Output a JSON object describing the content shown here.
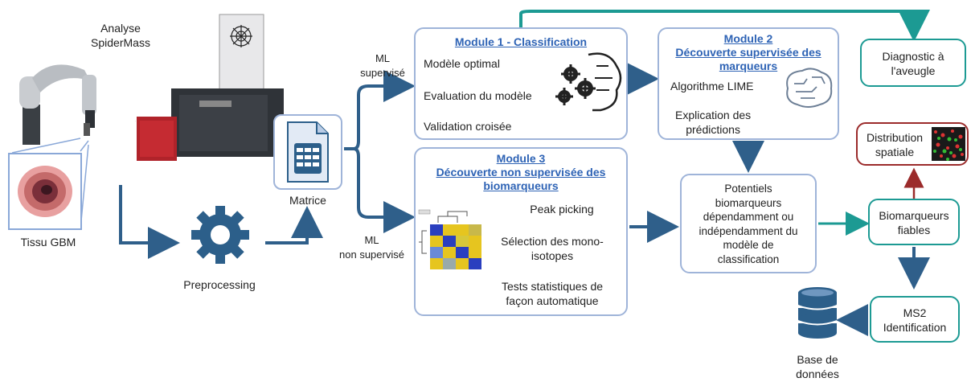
{
  "colors": {
    "blue_arrow": "#2f5f8a",
    "teal_arrow": "#1c9a93",
    "red_arrow": "#9b2b2b",
    "box_border": "#9fb4d9",
    "title_blue": "#2e63b5"
  },
  "top_left": {
    "analyse": "Analyse\nSpiderMass",
    "tissue": "Tissu GBM",
    "preprocessing": "Preprocessing",
    "matrice": "Matrice"
  },
  "edges": {
    "ml_sup": "ML\nsupervisé",
    "ml_nonsup": "ML\nnon supervisé"
  },
  "module1": {
    "title": "Module 1 - Classification",
    "items": [
      "Modèle optimal",
      "Evaluation du modèle",
      "Validation croisée"
    ]
  },
  "module2": {
    "title": "Module 2\nDécouverte supervisée des marqueurs",
    "items": [
      "Algorithme LIME",
      "Explication des\nprédictions"
    ]
  },
  "module3": {
    "title": "Module 3\nDécouverte non supervisée des biomarqueurs",
    "items": [
      "Peak picking",
      "Sélection des mono-\nisotopes",
      "Tests statistiques de\nfaçon automatique"
    ]
  },
  "outputs": {
    "diagnostic": "Diagnostic à\nl'aveugle",
    "potentiels": "Potentiels\nbiomarqueurs\ndépendamment ou\nindépendamment du\nmodèle de\nclassification",
    "distribution": "Distribution\nspatiale",
    "fiables": "Biomarqueurs\nfiables",
    "ms2": "MS2\nIdentification",
    "base": "Base de\ndonnées"
  }
}
